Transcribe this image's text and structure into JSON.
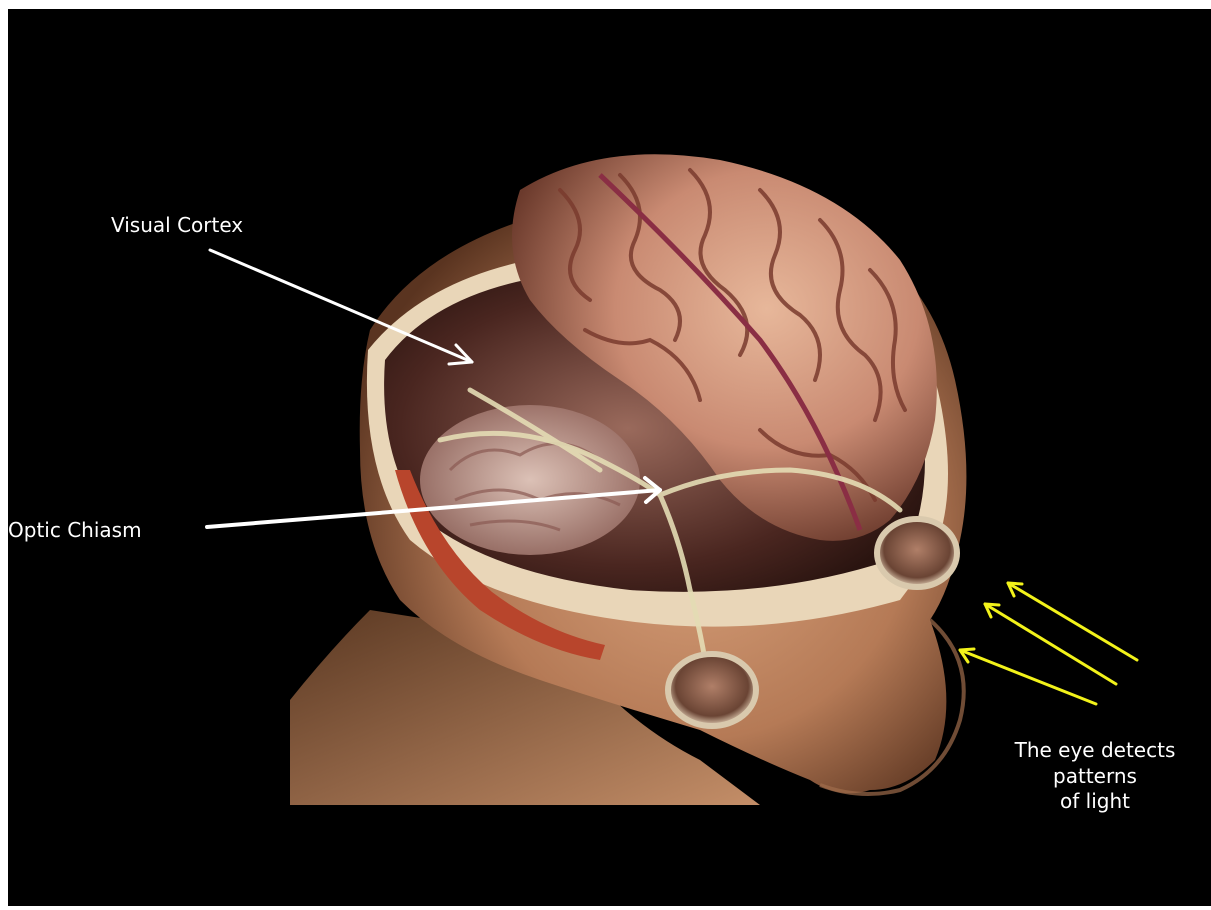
{
  "labels": {
    "visual_cortex": "Visual Cortex",
    "optic_chiasm": "Optic Chiasm",
    "eye_caption": {
      "line1": "The eye detects",
      "line2": "patterns",
      "line3": "of light"
    }
  },
  "colors": {
    "background": "#000000",
    "label_text": "#ffffff",
    "pointer_arrow": "#ffffff",
    "light_arrow": "#f2f21a"
  }
}
